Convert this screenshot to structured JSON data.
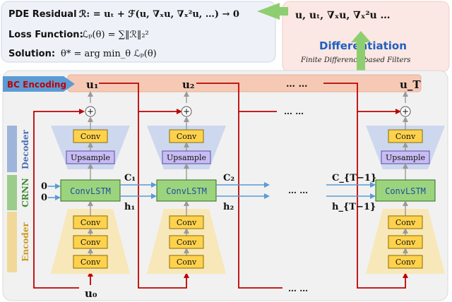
{
  "top_panel": {
    "pde_residual_label": "PDE Residual",
    "pde_residual_eq": "ℛ: = uₜ + ℱ(u, ∇ₓu, ∇ₓ²u, …) → 0",
    "loss_label": "Loss Function:",
    "loss_eq": "ℒₚ(θ) = ∑‖ℛ‖₂²",
    "solution_label": "Solution:",
    "solution_eq": "θ* = arg min_θ ℒₚ(θ)"
  },
  "diff_panel": {
    "terms": "u, uₜ, ∇ₓu, ∇ₓ²u …",
    "title": "Differentiation",
    "subtitle": "Finite Difference-based Filters"
  },
  "bc_encoding": "BC Encoding",
  "outputs": {
    "u1": "u₁",
    "u2": "u₂",
    "dots": "… …",
    "uT": "u_T"
  },
  "side_labels": {
    "decoder": "Decoder",
    "crnn": "CRNN",
    "encoder": "Encoder"
  },
  "colors": {
    "decoder": "#8fa9d6",
    "crnn": "#8cc67a",
    "encoder": "#f0d488",
    "arrow_red": "#c00000",
    "arrow_blue": "#5b9bd5",
    "diff_green": "#8fce70",
    "title_blue": "#1f5fbf"
  },
  "blocks": {
    "conv": "Conv",
    "upsample": "Upsample",
    "convlstm": "ConvLSTM",
    "plus": "+"
  },
  "states": {
    "zero": "0",
    "c1": "C₁",
    "h1": "h₁",
    "c2": "C₂",
    "h2": "h₂",
    "cT1": "C_{T−1}",
    "hT1": "h_{T−1}",
    "dots": "… …"
  },
  "input": {
    "u0": "u₀",
    "dots": "… …"
  }
}
